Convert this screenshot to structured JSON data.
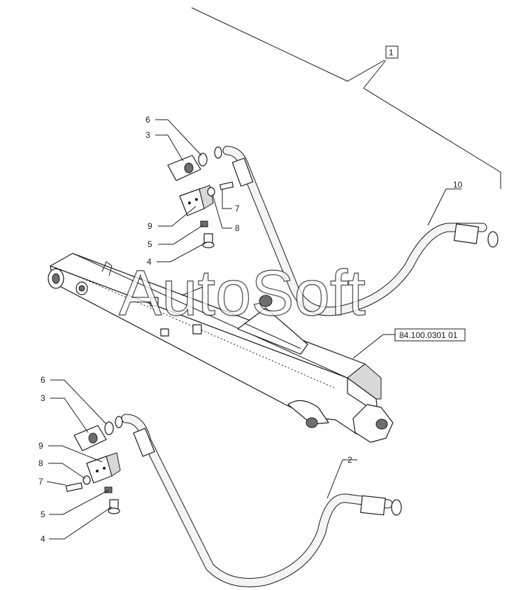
{
  "watermark": "AutoSoft",
  "reference": "84.100.0301 01",
  "callouts": {
    "assembly": "1",
    "upper": {
      "clamp_half": "3",
      "bolt_long": "4",
      "washer_lock": "5",
      "o_ring": "6",
      "bolt_short": "7",
      "washer": "8",
      "clamp_block": "9",
      "tube": "10"
    },
    "lower": {
      "clamp_half": "3",
      "bolt_long": "4",
      "washer_lock": "5",
      "o_ring": "6",
      "bolt_short": "7",
      "washer": "8",
      "clamp_block": "9",
      "tube": "2"
    }
  }
}
